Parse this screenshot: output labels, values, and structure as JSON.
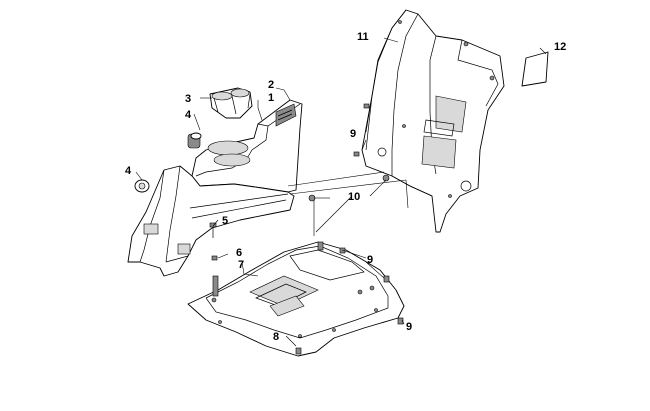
{
  "diagram": {
    "callouts": [
      {
        "id": "c1",
        "label": "1"
      },
      {
        "id": "c2",
        "label": "2"
      },
      {
        "id": "c3",
        "label": "3"
      },
      {
        "id": "c4a",
        "label": "4"
      },
      {
        "id": "c4b",
        "label": "4"
      },
      {
        "id": "c5",
        "label": "5"
      },
      {
        "id": "c6",
        "label": "6"
      },
      {
        "id": "c7",
        "label": "7"
      },
      {
        "id": "c8",
        "label": "8"
      },
      {
        "id": "c9a",
        "label": "9"
      },
      {
        "id": "c9b",
        "label": "9"
      },
      {
        "id": "c9c",
        "label": "9"
      },
      {
        "id": "c10",
        "label": "10"
      },
      {
        "id": "c11",
        "label": "11"
      },
      {
        "id": "c12",
        "label": "12"
      }
    ]
  }
}
